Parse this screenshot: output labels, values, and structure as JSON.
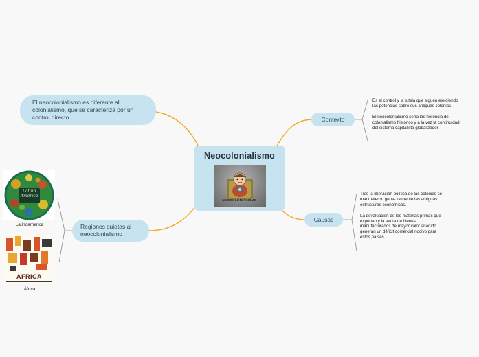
{
  "central": {
    "title": "Neocolonialismo",
    "image_caption": "NEOCOLONIALISMO"
  },
  "definition": {
    "text": "El neocolonialismo es diferente al colonialismo, que se caracteriza por un control directo"
  },
  "regions": {
    "label": "Regiones sujetas al neocolonialismo",
    "items": [
      {
        "caption": "Latinoamerica",
        "image_text": "Latino América"
      },
      {
        "caption": "África",
        "image_text": "AFRICA"
      }
    ]
  },
  "context": {
    "label": "Contexto",
    "note": "Es el control y la tutela que siguen ejerciendo las potencias sobre sus antiguas colonias.\n\nEl neocolonialismo sería las herencia del colonialismo histórico y a la vez la continuidad del sistema capitalista globalizador"
  },
  "causes": {
    "label": "Causas",
    "note": "Tras la liberación política de las colonias se mantuvieron gene- ralmente las antiguas estructuras económicas.\n\nLa devaluación de las materias primas que exportan y la venta de bienes manufacturados de mayor valor añadido generan un déficit comercial nocivo para estos países"
  },
  "colors": {
    "link": "#f5a623",
    "node": "#c6e3ef",
    "connector": "#8a8a8a"
  }
}
